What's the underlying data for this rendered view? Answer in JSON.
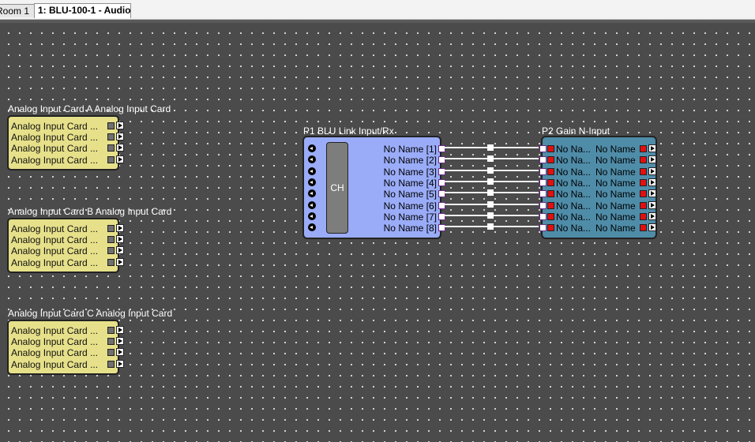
{
  "tabs": [
    {
      "label": "Room 1",
      "active": false
    },
    {
      "label": "1: BLU-100-1 - Audio",
      "active": true
    }
  ],
  "cards": [
    {
      "title": "Analog Input Card A  Analog Input Card",
      "rows": [
        "Analog Input Card ...",
        "Analog Input Card ...",
        "Analog Input Card ...",
        "Analog Input Card ..."
      ]
    },
    {
      "title": "Analog Input Card B  Analog Input Card",
      "rows": [
        "Analog Input Card ...",
        "Analog Input Card ...",
        "Analog Input Card ...",
        "Analog Input Card ..."
      ]
    },
    {
      "title": "Analog Input Card C  Analog Input Card",
      "rows": [
        "Analog Input Card ...",
        "Analog Input Card ...",
        "Analog Input Card ...",
        "Analog Input Card ..."
      ]
    }
  ],
  "p1": {
    "title": "P1  BLU Link Input/Rx",
    "ch_label": "CH",
    "outputs": [
      "No Name [1]",
      "No Name [2]",
      "No Name [3]",
      "No Name [4]",
      "No Name [5]",
      "No Name [6]",
      "No Name [7]",
      "No Name [8]"
    ]
  },
  "p2": {
    "title": "P2  Gain N-Input",
    "inputs": [
      "No Na...",
      "No Na...",
      "No Na...",
      "No Na...",
      "No Na...",
      "No Na...",
      "No Na...",
      "No Na..."
    ],
    "outputs": [
      "No Name",
      "No Name",
      "No Name",
      "No Name",
      "No Name",
      "No Name",
      "No Name",
      "No Name"
    ]
  },
  "colors": {
    "card": "#e6e08a",
    "p1": "#9aacf8",
    "p2": "#4f8ca8",
    "wire": "#f0f0f0",
    "port_red": "#e01010"
  }
}
